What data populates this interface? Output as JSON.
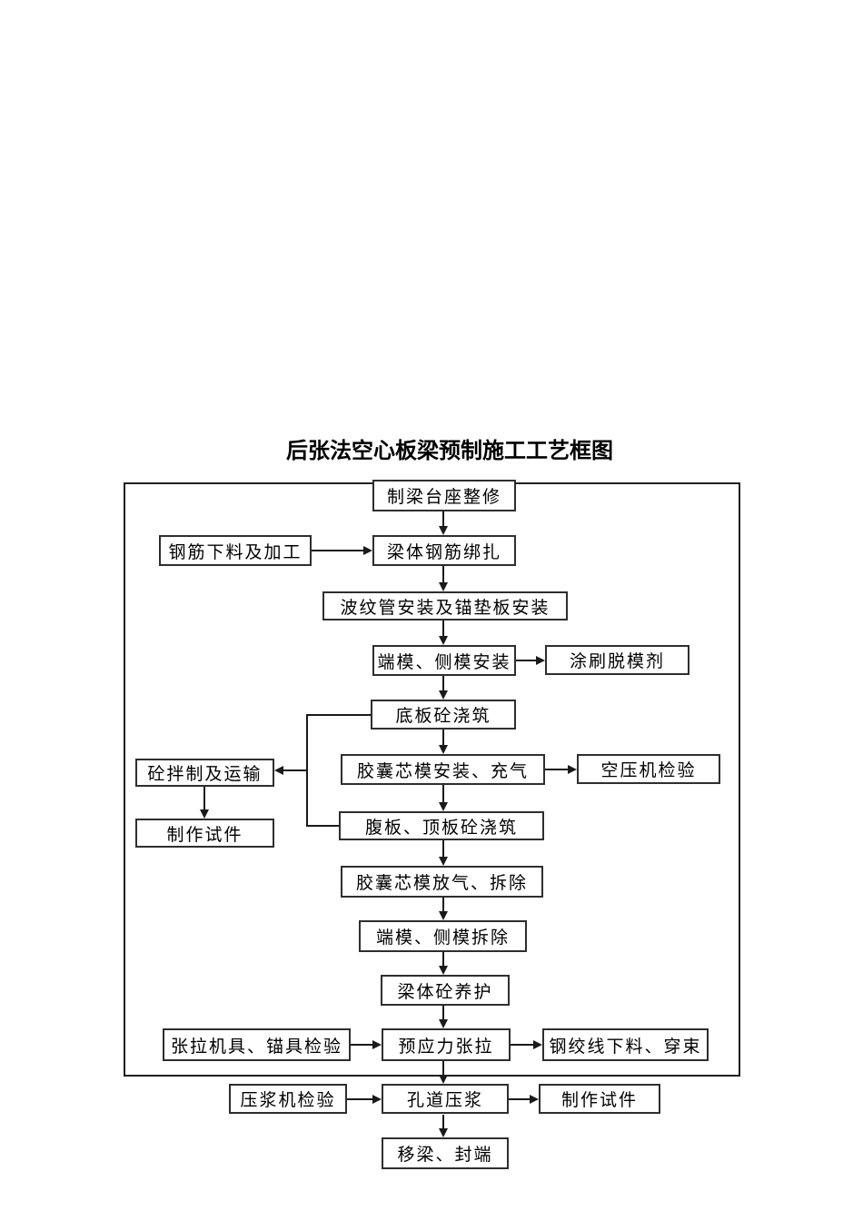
{
  "page": {
    "title": "后张法空心板梁预制施工工艺框图"
  },
  "flowchart": {
    "nodes": {
      "beam_pedestal_repair": "制梁台座整修",
      "rebar_cutting_processing": "钢筋下料及加工",
      "beam_rebar_tying": "梁体钢筋绑扎",
      "duct_and_anchor_plate_install": "波纹管安装及锚垫板安装",
      "end_side_formwork_install": "端模、侧模安装",
      "apply_release_agent": "涂刷脱模剂",
      "bottom_slab_concrete_pour": "底板砼浇筑",
      "concrete_mixing_transport": "砼拌制及运输",
      "airbag_core_install_inflate": "胶囊芯模安装、充气",
      "air_compressor_inspection": "空压机检验",
      "make_test_specimens_concrete": "制作试件",
      "web_top_slab_concrete_pour": "腹板、顶板砼浇筑",
      "airbag_core_deflate_remove": "胶囊芯模放气、拆除",
      "end_side_formwork_removal": "端模、侧模拆除",
      "beam_concrete_curing": "梁体砼养护",
      "tension_rig_anchorage_inspection": "张拉机具、锚具检验",
      "prestress_tensioning": "预应力张拉",
      "strand_cutting_threading": "钢绞线下料、穿束",
      "grouting_machine_inspection": "压浆机检验",
      "duct_grouting": "孔道压浆",
      "make_test_specimens_grout": "制作试件",
      "beam_moving_end_sealing": "移梁、封端"
    },
    "colors": {
      "background": "#ffffff",
      "line": "#1a1a1a",
      "box_border": "#2e2e2e",
      "text": "#000000"
    }
  }
}
